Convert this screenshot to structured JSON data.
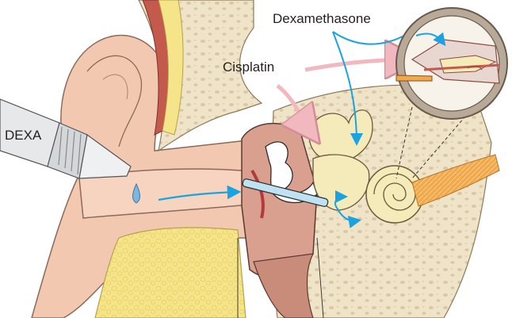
{
  "labels": {
    "dexa": "DEXA",
    "cisplatin": "Cisplatin",
    "dexamethasone": "Dexamethasone"
  },
  "colors": {
    "skin": "#f2c9b0",
    "skin_outline": "#8a6a5a",
    "bone": "#efe3c8",
    "bone_spots": "#d9c7a6",
    "fat": "#f6e48a",
    "muscle": "#c98c7a",
    "inner_ear_fluid": "#f5eab9",
    "nerve": "#f0a94a",
    "middle_ear": "#d9a08f",
    "dropper_body": "#e6e8ea",
    "drop": "#7fb6de",
    "tube": "#bfe2f2",
    "dexamethasone_arrow": "#1aa3e0",
    "cisplatin_arrow": "#f2b8c0",
    "outline": "#2b2b2b"
  },
  "icons": {
    "dropper": "ear-drop-bottle-icon",
    "drop": "drop-icon",
    "cochlea": "cochlea-icon",
    "magnifier": "zoom-circle-icon"
  }
}
